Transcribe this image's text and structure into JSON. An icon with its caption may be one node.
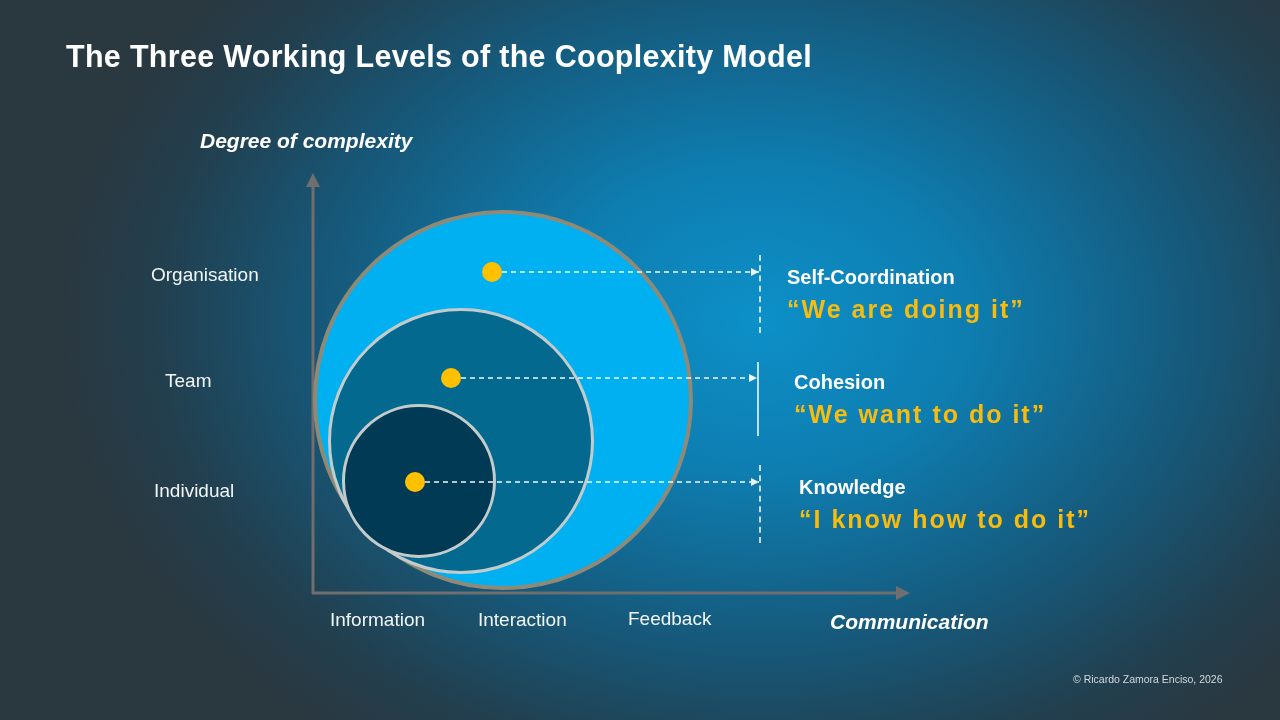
{
  "diagram": {
    "title": "The Three Working Levels of the Cooplexity Model",
    "nodes": [
      {
        "text": [],
        "shape": "circle"
      },
      {
        "text": [],
        "shape": "circle",
        "in": 0
      },
      {
        "text": [],
        "shape": "circle",
        "in": 0
      },
      {
        "text": [],
        "shape": "circle",
        "in": 2
      },
      {
        "text": [],
        "shape": "circle",
        "in": 2
      },
      {
        "text": [],
        "shape": "circle",
        "in": 4
      },
      {
        "text": [
          "Self-Coordination",
          "“We are doing it”"
        ]
      },
      {
        "text": [
          "Cohesion",
          "“We want to do it”"
        ]
      },
      {
        "text": [
          "Knowledge",
          "“I know how to do it”"
        ]
      }
    ],
    "edges": [
      {
        "from": 1,
        "to": 6,
        "arrow": "to",
        "style": "dashed"
      },
      {
        "from": 3,
        "to": 7,
        "arrow": "to",
        "style": "dashed"
      },
      {
        "from": 5,
        "to": 8,
        "arrow": "to",
        "style": "dashed"
      }
    ],
    "labels": [
      "Degree of complexity",
      "Organisation",
      "Team",
      "Individual",
      "Information",
      "Interaction",
      "Feedback",
      "Communication",
      "© Ricardo Zamora Enciso, 2026"
    ]
  }
}
